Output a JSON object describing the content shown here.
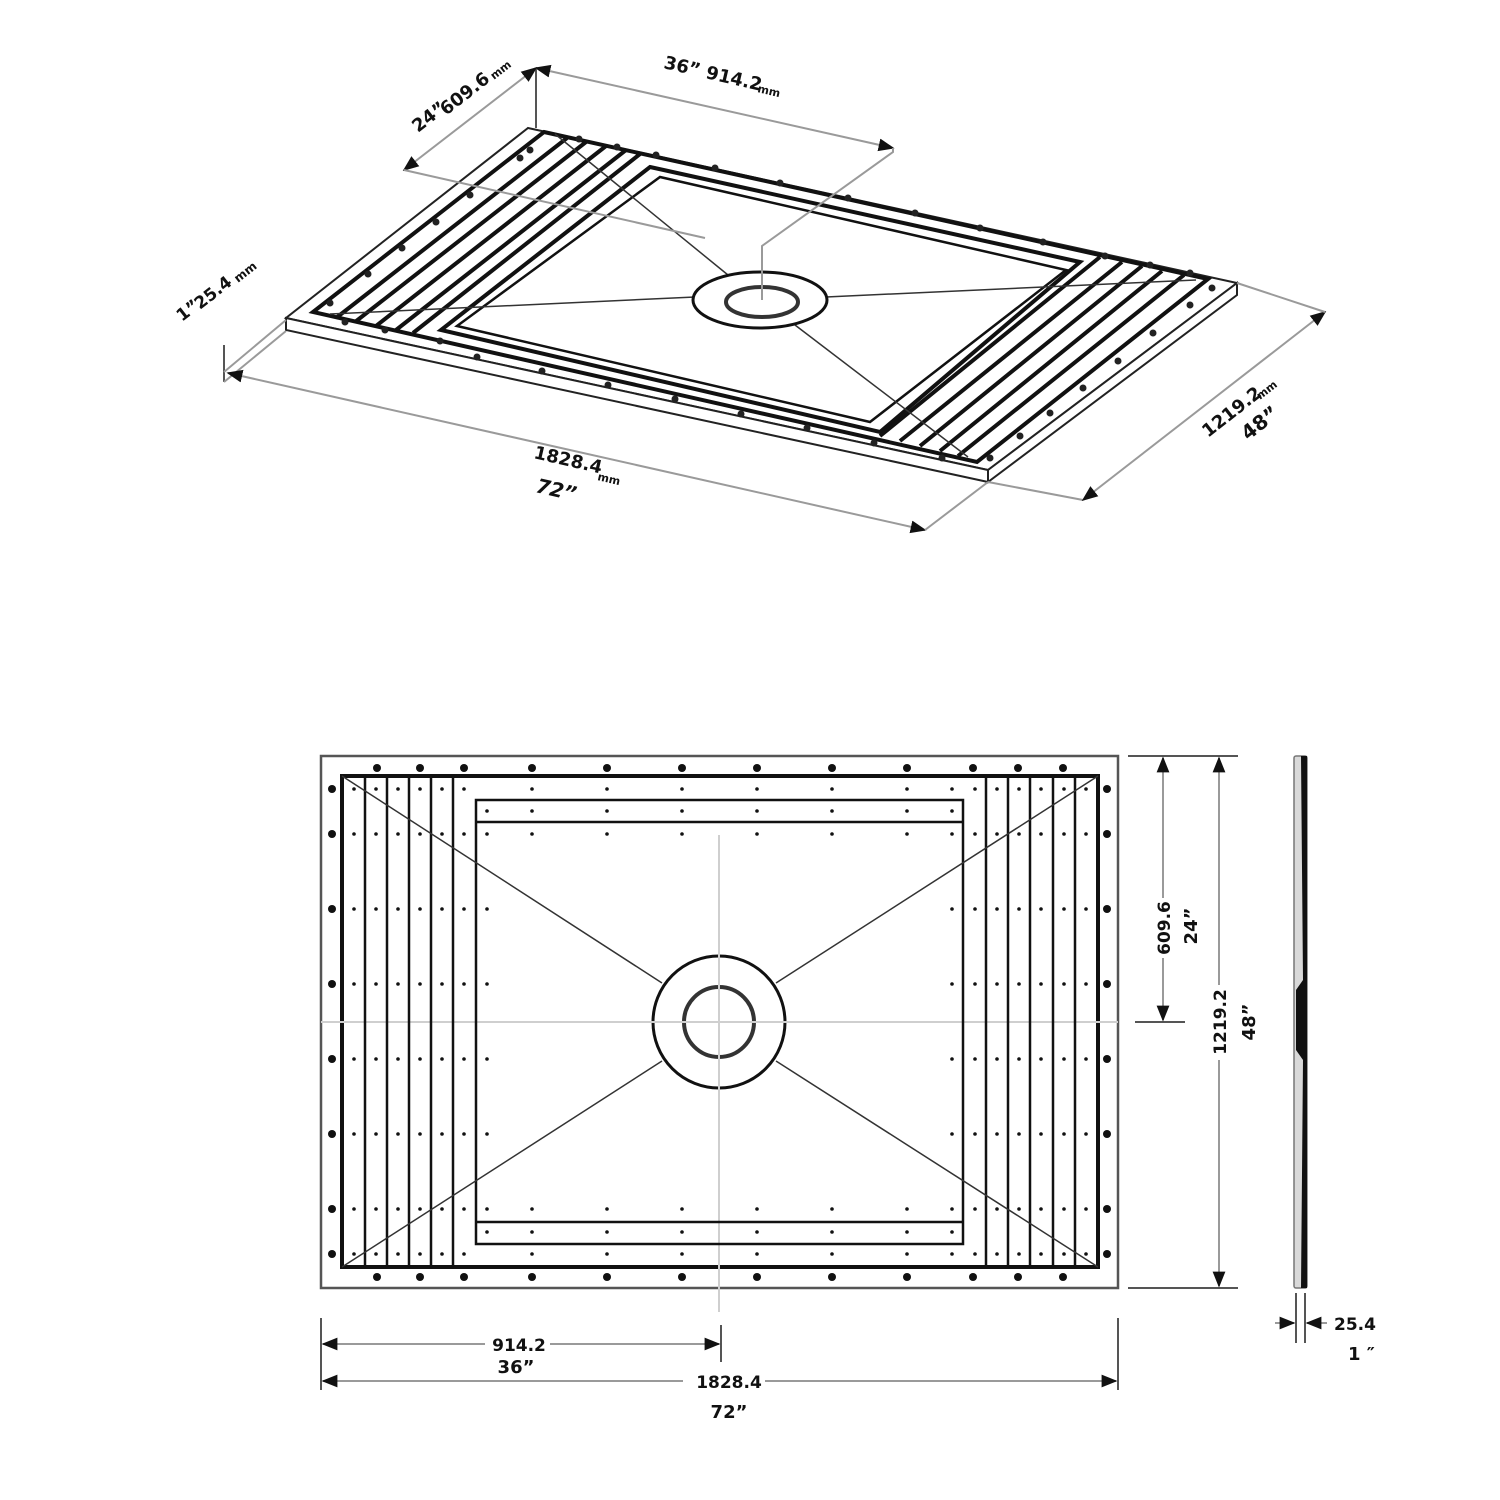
{
  "diagram": {
    "title": "Shower pan / drain base dimensional drawing",
    "colors": {
      "line": "#111111",
      "dimension_line": "#9a9a9a",
      "center_line": "#cfcfcf",
      "side_fill": "#d9d9d9",
      "background": "#ffffff"
    },
    "isometric_view": {
      "dim_offset_24": {
        "inch": "24”",
        "mm": "609.6",
        "unit": "mm"
      },
      "dim_offset_36": {
        "inch": "36”",
        "mm": "914.2",
        "unit": "mm"
      },
      "dim_thickness": {
        "inch": "1”",
        "mm": "25.4",
        "unit": "mm"
      },
      "dim_length": {
        "inch": "72”",
        "mm": "1828.4",
        "unit": "mm"
      },
      "dim_width": {
        "inch": "48”",
        "mm": "1219.2",
        "unit": "mm"
      }
    },
    "plan_view": {
      "dim_drain_from_left": {
        "mm": "914.2",
        "inch": "36”"
      },
      "dim_total_length": {
        "mm": "1828.4",
        "inch": "72”"
      },
      "dim_drain_from_top": {
        "mm": "609.6",
        "inch": "24”"
      },
      "dim_total_width": {
        "mm": "1219.2",
        "inch": "48”"
      }
    },
    "side_view": {
      "dim_thickness": {
        "mm": "25.4",
        "inch": "1 ″"
      }
    }
  }
}
